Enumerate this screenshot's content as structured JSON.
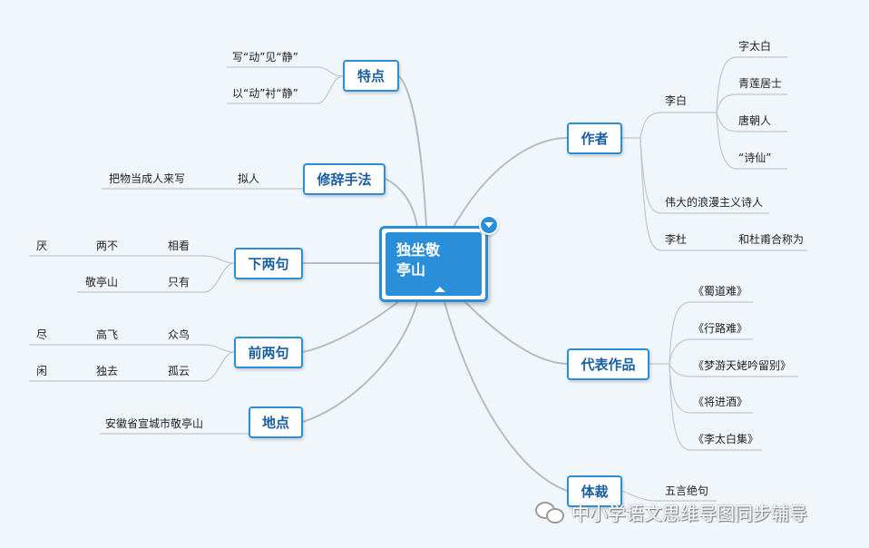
{
  "center": {
    "title_line1": "独坐敬",
    "title_line2": "亭山"
  },
  "topics": {
    "author": "作者",
    "works": "代表作品",
    "genre": "体裁",
    "features": "特点",
    "rhetoric": "修辞手法",
    "last_two": "下两句",
    "first_two": "前两句",
    "place": "地点"
  },
  "author": {
    "name": "李白",
    "details": [
      "字太白",
      "青莲居士",
      "唐朝人",
      "“诗仙”"
    ],
    "poet_title": "伟大的浪漫主义诗人",
    "li_du": {
      "label": "李杜",
      "desc": "和杜甫合称为"
    }
  },
  "works": [
    "《蜀道难》",
    "《行路难》",
    "《梦游天姥吟留别》",
    "《将进酒》",
    "《李太白集》"
  ],
  "genre": "五言绝句",
  "features": [
    "写“动”见“静”",
    "以“动”衬“静”"
  ],
  "rhetoric": {
    "method": "拟人",
    "desc": "把物当成人来写"
  },
  "last_two": {
    "row1": [
      "厌",
      "两不",
      "相看"
    ],
    "row2": [
      "敬亭山",
      "只有"
    ]
  },
  "first_two": {
    "row1": [
      "尽",
      "高飞",
      "众鸟"
    ],
    "row2": [
      "闲",
      "独去",
      "孤云"
    ]
  },
  "place": "安徽省宣城市敬亭山",
  "watermark": "中小学语文思维导图同步辅导",
  "colors": {
    "accent": "#2a8fd8",
    "topic_text": "#1a5fa0",
    "background": "#f1f6fb",
    "line": "#b7bcc2"
  }
}
